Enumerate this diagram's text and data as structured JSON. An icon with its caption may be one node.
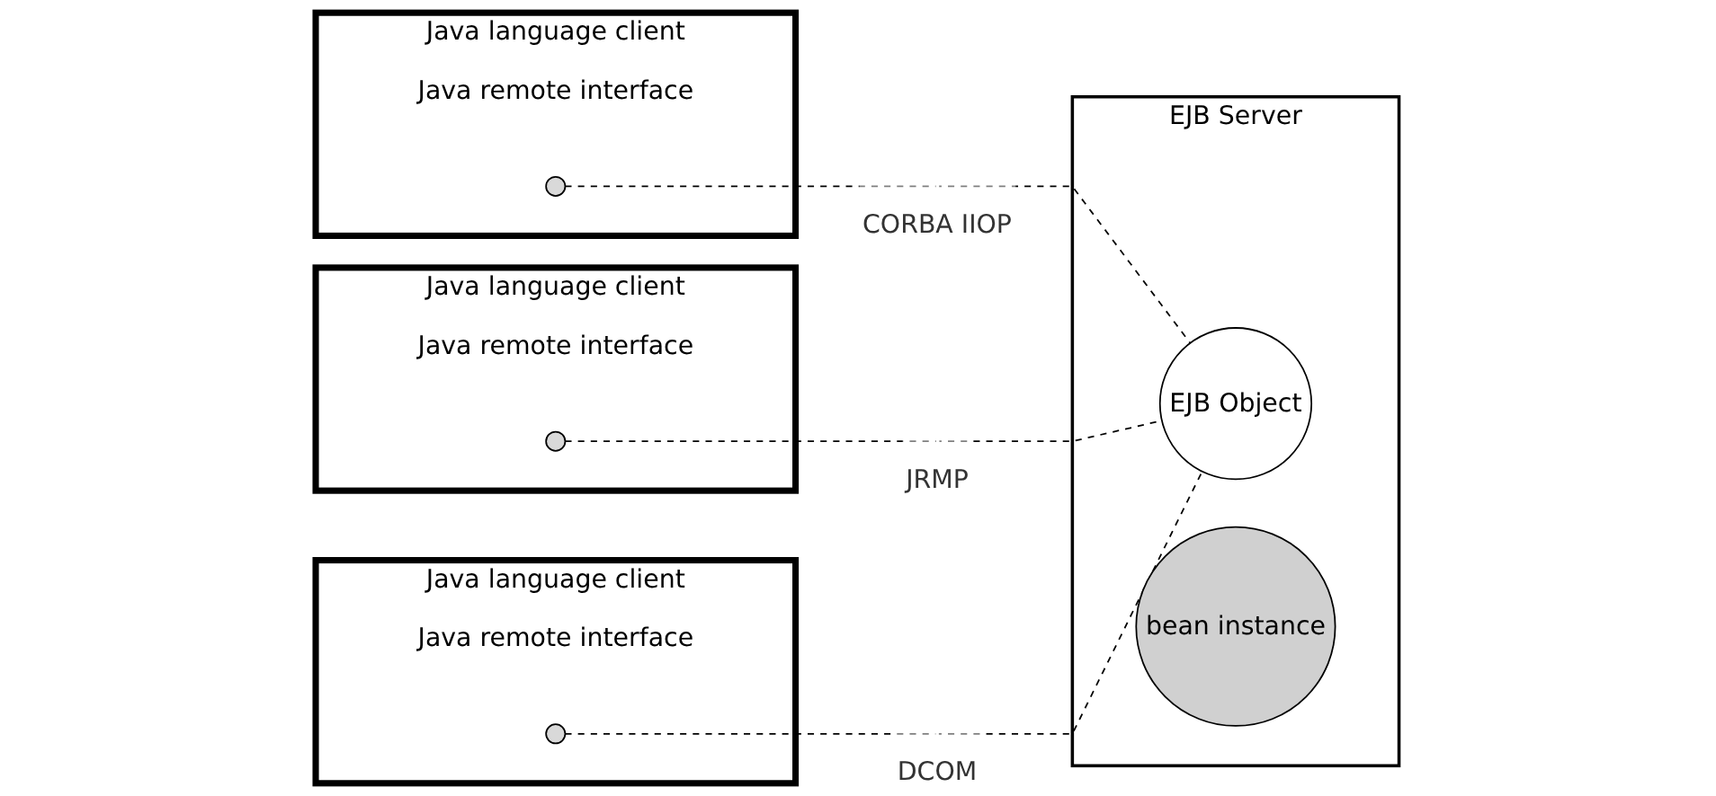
{
  "diagram": {
    "nodes": [
      {
        "text": [
          "Java language client",
          "Java remote interface"
        ]
      },
      {
        "text": [],
        "shape": "circle",
        "in": 0
      },
      {
        "text": [
          "Java language client",
          "Java remote interface"
        ]
      },
      {
        "text": [],
        "shape": "circle",
        "in": 2
      },
      {
        "text": [
          "Java language client",
          "Java remote interface"
        ]
      },
      {
        "text": [],
        "shape": "circle",
        "in": 4
      },
      {
        "text": [
          "EJB Server"
        ]
      },
      {
        "text": [
          "EJB Object"
        ],
        "in": 6
      },
      {
        "text": [
          "bean instance"
        ],
        "in": 6
      }
    ],
    "edges": [
      {
        "from": 1,
        "to": 7,
        "arrow": "none",
        "style": "dashed",
        "label": "CORBA IIOP"
      },
      {
        "from": 3,
        "to": 7,
        "arrow": "none",
        "style": "dashed",
        "label": "JRMP"
      },
      {
        "from": 5,
        "to": 7,
        "arrow": "none",
        "style": "dashed",
        "label": "DCOM"
      }
    ]
  }
}
